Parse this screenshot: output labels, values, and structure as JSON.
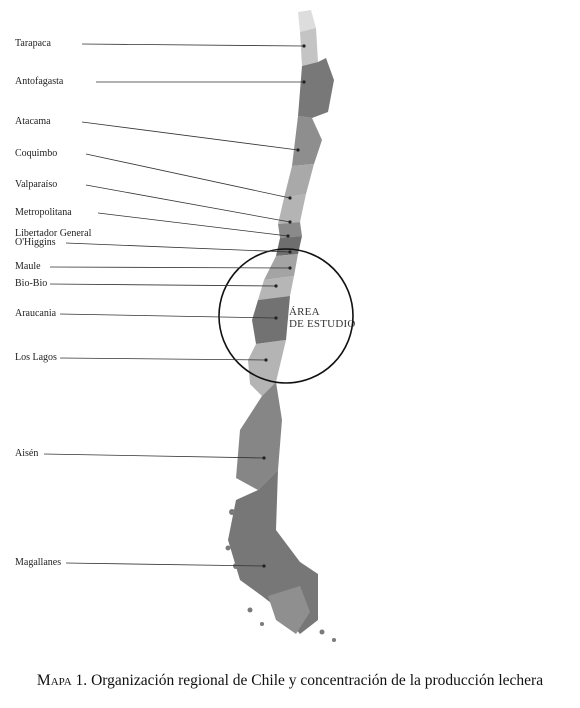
{
  "regions": [
    {
      "label": "Tarapaca",
      "fill": "#c4c4c4"
    },
    {
      "label": "Antofagasta",
      "fill": "#787878"
    },
    {
      "label": "Atacama",
      "fill": "#8e8e8e"
    },
    {
      "label": "Coquimbo",
      "fill": "#a9a9a9"
    },
    {
      "label": "Valparaíso",
      "fill": "#b4b4b4"
    },
    {
      "label": "Metropolitana",
      "fill": "#8a8a8a"
    },
    {
      "label": "Libertador General",
      "fill": "#6e6e6e"
    },
    {
      "label": "O'Higgins",
      "fill": "#6e6e6e"
    },
    {
      "label": "Maule",
      "fill": "#a4a4a4"
    },
    {
      "label": "Bio-Bio",
      "fill": "#b6b6b6"
    },
    {
      "label": "Araucania",
      "fill": "#727272"
    },
    {
      "label": "Los Lagos",
      "fill": "#b4b4b4"
    },
    {
      "label": "Aisén",
      "fill": "#868686"
    },
    {
      "label": "Magallanes",
      "fill": "#777777"
    }
  ],
  "study_area": {
    "line1": "ÁREA",
    "line2": "DE ESTUDIO"
  },
  "caption": {
    "lead": "Mapa 1.",
    "text": "Organización regional de Chile y concentración de la producción lechera"
  }
}
